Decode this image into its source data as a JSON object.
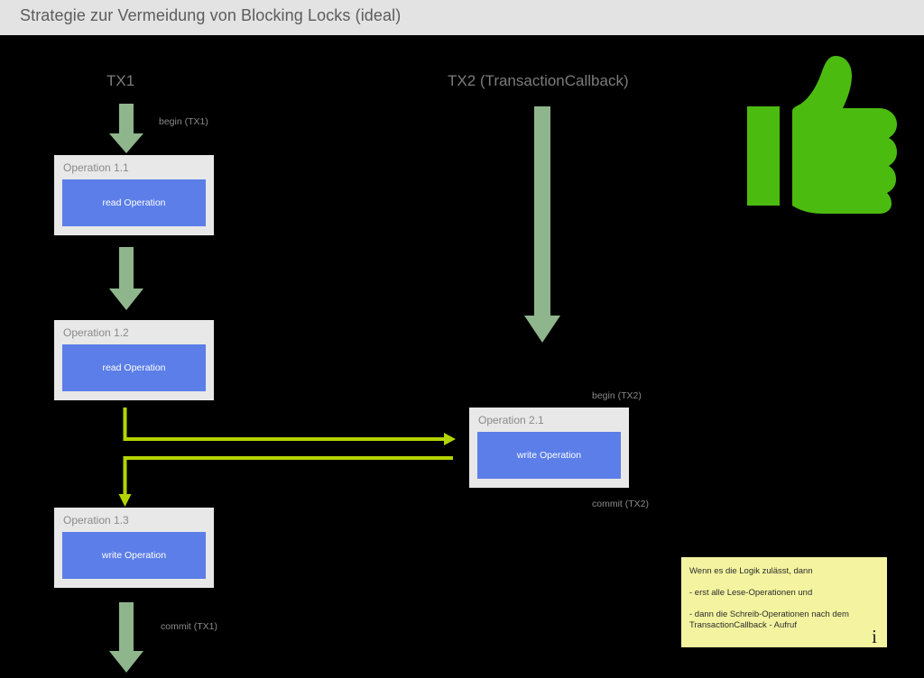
{
  "window": {
    "title": "Strategie zur Vermeidung von Blocking Locks (ideal)"
  },
  "columns": {
    "tx1_header": "TX1",
    "tx2_header": "TX2 (TransactionCallback)"
  },
  "annotations": {
    "begin_tx1": "begin (TX1)",
    "commit_tx1": "commit (TX1)",
    "begin_tx2": "begin (TX2)",
    "commit_tx2": "commit (TX2)"
  },
  "operations": [
    {
      "title": "Operation 1.1",
      "body": "read Operation"
    },
    {
      "title": "Operation 1.2",
      "body": "read Operation"
    },
    {
      "title": "Operation 1.3",
      "body": "write Operation"
    },
    {
      "title": "Operation 2.1",
      "body": "write Operation"
    }
  ],
  "note": {
    "line1": "Wenn es die Logik zulässt, dann",
    "line2": "- erst alle Lese-Operationen und",
    "line3": "- dann die Schreib-Operationen nach dem TransactionCallback - Aufruf",
    "info_glyph": "i"
  },
  "icons": {
    "thumbs_up": "thumbs-up-icon"
  },
  "colors": {
    "background": "#000000",
    "titlebar": "#e3e3e3",
    "title_text": "#5c5c5c",
    "op_box": "#e8e8e8",
    "op_inner": "#5b7ee8",
    "block_arrow": "#8fb58c",
    "flow_arrow": "#b4d400",
    "thumbs_up": "#4cbb10",
    "note_bg": "#f4f4a0",
    "annotation_text": "#8a8a8a"
  }
}
